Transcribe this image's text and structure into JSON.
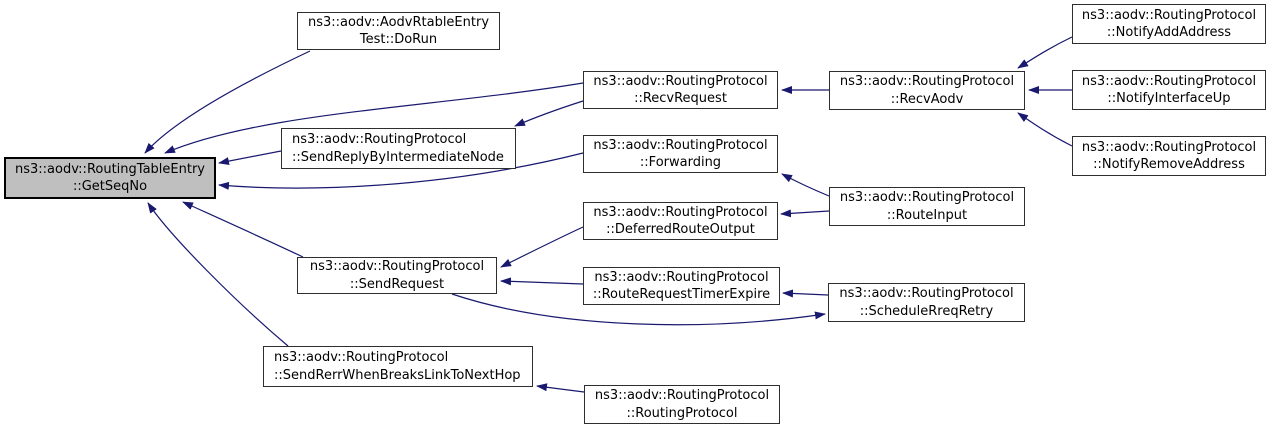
{
  "diagram": {
    "kind": "caller-graph",
    "root_function": "ns3::aodv::RoutingTableEntry::GetSeqNo"
  },
  "colors": {
    "edge": "#191970",
    "root_node_fill": "#bfbfbf",
    "node_fill": "#ffffff",
    "node_border": "#2e2e2e",
    "text": "#000000"
  },
  "nodes": {
    "getseqno": {
      "line1": "ns3::aodv::RoutingTableEntry",
      "line2": "::GetSeqNo"
    },
    "dorun": {
      "line1": "ns3::aodv::AodvRtableEntry",
      "line2": "Test::DoRun"
    },
    "sendreply": {
      "line1": "ns3::aodv::RoutingProtocol",
      "line2": "::SendReplyByIntermediateNode"
    },
    "recvrequest": {
      "line1": "ns3::aodv::RoutingProtocol",
      "line2": "::RecvRequest"
    },
    "recvaodv": {
      "line1": "ns3::aodv::RoutingProtocol",
      "line2": "::RecvAodv"
    },
    "notifyadd": {
      "line1": "ns3::aodv::RoutingProtocol",
      "line2": "::NotifyAddAddress"
    },
    "notifyup": {
      "line1": "ns3::aodv::RoutingProtocol",
      "line2": "::NotifyInterfaceUp"
    },
    "notifyremove": {
      "line1": "ns3::aodv::RoutingProtocol",
      "line2": "::NotifyRemoveAddress"
    },
    "forwarding": {
      "line1": "ns3::aodv::RoutingProtocol",
      "line2": "::Forwarding"
    },
    "routeinput": {
      "line1": "ns3::aodv::RoutingProtocol",
      "line2": "::RouteInput"
    },
    "deferred": {
      "line1": "ns3::aodv::RoutingProtocol",
      "line2": "::DeferredRouteOutput"
    },
    "sendrequest": {
      "line1": "ns3::aodv::RoutingProtocol",
      "line2": "::SendRequest"
    },
    "rreqtimer": {
      "line1": "ns3::aodv::RoutingProtocol",
      "line2": "::RouteRequestTimerExpire"
    },
    "schedule": {
      "line1": "ns3::aodv::RoutingProtocol",
      "line2": "::ScheduleRreqRetry"
    },
    "sendrerr": {
      "line1": "ns3::aodv::RoutingProtocol",
      "line2": "::SendRerrWhenBreaksLinkToNextHop"
    },
    "ctor": {
      "line1": "ns3::aodv::RoutingProtocol",
      "line2": "::RoutingProtocol"
    }
  },
  "edges": [
    {
      "from": "dorun",
      "to": "getseqno"
    },
    {
      "from": "recvrequest",
      "to": "getseqno"
    },
    {
      "from": "sendreply",
      "to": "getseqno"
    },
    {
      "from": "forwarding",
      "to": "getseqno"
    },
    {
      "from": "sendrequest",
      "to": "getseqno"
    },
    {
      "from": "sendrerr",
      "to": "getseqno"
    },
    {
      "from": "recvaodv",
      "to": "recvrequest"
    },
    {
      "from": "notifyadd",
      "to": "recvaodv"
    },
    {
      "from": "notifyup",
      "to": "recvaodv"
    },
    {
      "from": "notifyremove",
      "to": "recvaodv"
    },
    {
      "from": "recvrequest",
      "to": "sendreply"
    },
    {
      "from": "routeinput",
      "to": "forwarding"
    },
    {
      "from": "routeinput",
      "to": "deferred"
    },
    {
      "from": "deferred",
      "to": "sendrequest"
    },
    {
      "from": "rreqtimer",
      "to": "sendrequest"
    },
    {
      "from": "schedule",
      "to": "rreqtimer"
    },
    {
      "from": "sendrequest",
      "to": "schedule"
    },
    {
      "from": "ctor",
      "to": "sendrerr"
    }
  ]
}
